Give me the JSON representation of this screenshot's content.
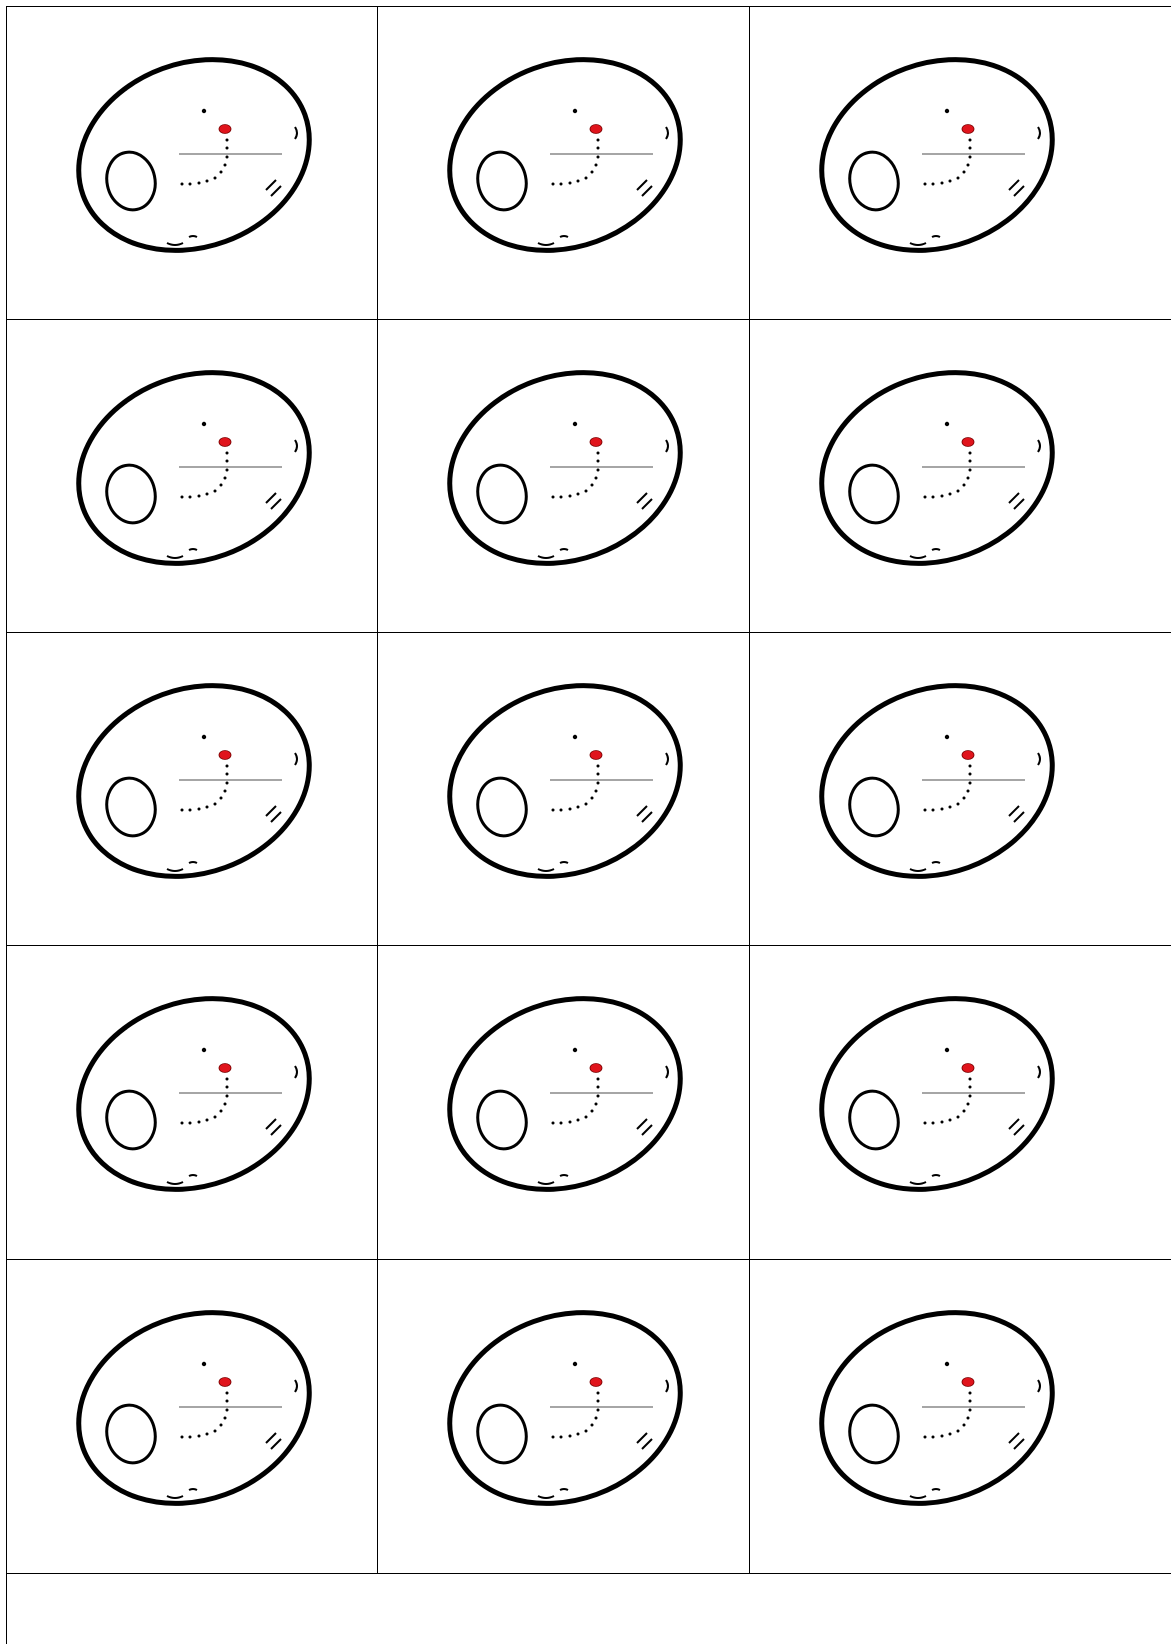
{
  "sheet": {
    "rows": 5,
    "columns": 3,
    "cell_count": 15,
    "cell_icon": "egg-with-yolk-icon",
    "colors": {
      "outline": "#000000",
      "accent_dot": "#e0141c",
      "divider_line": "#888888",
      "background": "#ffffff",
      "grid_line": "#000000"
    }
  }
}
